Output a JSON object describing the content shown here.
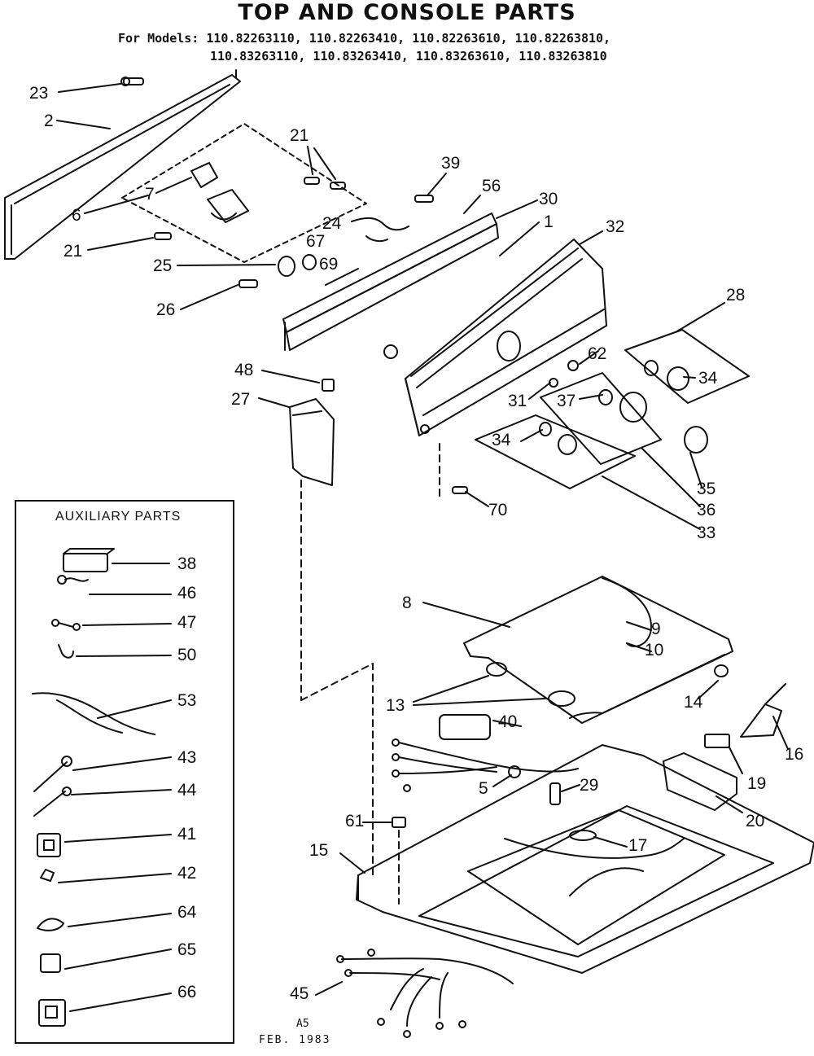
{
  "header": {
    "title": "TOP AND CONSOLE PARTS",
    "models_line1": "For Models: 110.82263110, 110.82263410, 110.82263610, 110.82263810,",
    "models_line2": "110.83263110, 110.83263410, 110.83263610, 110.83263810"
  },
  "auxiliary": {
    "title": "AUXILIARY PARTS"
  },
  "labels": {
    "p1": "1",
    "p2": "2",
    "p5": "5",
    "p6": "6",
    "p7": "7",
    "p8": "8",
    "p9": "9",
    "p10": "10",
    "p13": "13",
    "p14": "14",
    "p15": "15",
    "p16": "16",
    "p17": "17",
    "p19": "19",
    "p20": "20",
    "p21a": "21",
    "p21b": "21",
    "p23": "23",
    "p24": "24",
    "p25": "25",
    "p26": "26",
    "p27": "27",
    "p28": "28",
    "p29": "29",
    "p30": "30",
    "p31": "31",
    "p32": "32",
    "p33": "33",
    "p34a": "34",
    "p34b": "34",
    "p35": "35",
    "p36": "36",
    "p37": "37",
    "p39": "39",
    "p40": "40",
    "p45": "45",
    "p48": "48",
    "p56": "56",
    "p61": "61",
    "p62": "62",
    "p67": "67",
    "p69": "69",
    "p70": "70",
    "a38": "38",
    "a46": "46",
    "a47": "47",
    "a50": "50",
    "a53": "53",
    "a43": "43",
    "a44": "44",
    "a41": "41",
    "a42": "42",
    "a64": "64",
    "a65": "65",
    "a66": "66"
  },
  "footer": {
    "code": "A5",
    "date": "FEB. 1983"
  }
}
